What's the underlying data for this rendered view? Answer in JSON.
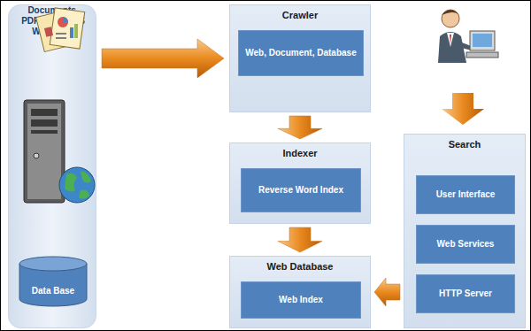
{
  "diagram": {
    "nodes": [
      {
        "text": [
          "Documents. PDF, DOC, XLS",
          "Web Sites"
        ]
      },
      {
        "text": [
          "Data Base"
        ],
        "in": 0
      },
      {
        "text": [
          "Crawler"
        ]
      },
      {
        "text": [
          "Web, Document, Database"
        ],
        "in": 2
      },
      {
        "text": [
          "Indexer"
        ]
      },
      {
        "text": [
          "Reverse Word Index"
        ],
        "in": 4
      },
      {
        "text": [
          "Web Database"
        ]
      },
      {
        "text": [
          "Web Index"
        ],
        "in": 6
      },
      {
        "text": [
          "Search"
        ]
      },
      {
        "text": [
          "User Interface"
        ],
        "in": 8
      },
      {
        "text": [
          "Web Services"
        ],
        "in": 8
      },
      {
        "text": [
          "HTTP Server"
        ],
        "in": 8
      }
    ],
    "edges": [
      {
        "from": 0,
        "to": 2,
        "arrow": "to"
      },
      {
        "from": 2,
        "to": 4,
        "arrow": "to"
      },
      {
        "from": 4,
        "to": 6,
        "arrow": "to"
      },
      {
        "from": 8,
        "to": 6,
        "arrow": "to"
      }
    ]
  }
}
